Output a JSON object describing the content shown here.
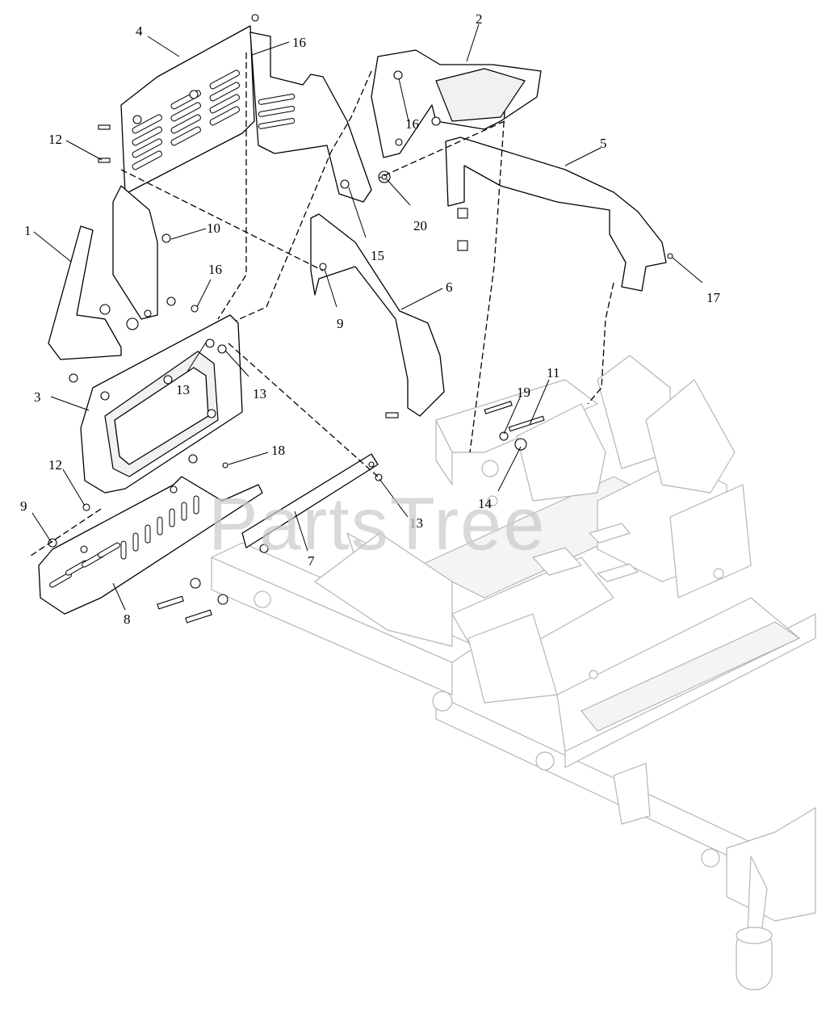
{
  "watermark": "PartsTree",
  "callouts": [
    {
      "id": "c4",
      "label": "4"
    },
    {
      "id": "c16a",
      "label": "16"
    },
    {
      "id": "c2",
      "label": "2"
    },
    {
      "id": "c16b",
      "label": "16"
    },
    {
      "id": "c5",
      "label": "5"
    },
    {
      "id": "c12a",
      "label": "12"
    },
    {
      "id": "c20",
      "label": "20"
    },
    {
      "id": "c10",
      "label": "10"
    },
    {
      "id": "c1",
      "label": "1"
    },
    {
      "id": "c15",
      "label": "15"
    },
    {
      "id": "c17",
      "label": "17"
    },
    {
      "id": "c16c",
      "label": "16"
    },
    {
      "id": "c6",
      "label": "6"
    },
    {
      "id": "c9a",
      "label": "9"
    },
    {
      "id": "c13a",
      "label": "13"
    },
    {
      "id": "c13b",
      "label": "13"
    },
    {
      "id": "c3",
      "label": "3"
    },
    {
      "id": "c11",
      "label": "11"
    },
    {
      "id": "c19",
      "label": "19"
    },
    {
      "id": "c12b",
      "label": "12"
    },
    {
      "id": "c18",
      "label": "18"
    },
    {
      "id": "c14",
      "label": "14"
    },
    {
      "id": "c9b",
      "label": "9"
    },
    {
      "id": "c13c",
      "label": "13"
    },
    {
      "id": "c7",
      "label": "7"
    },
    {
      "id": "c8",
      "label": "8"
    }
  ]
}
